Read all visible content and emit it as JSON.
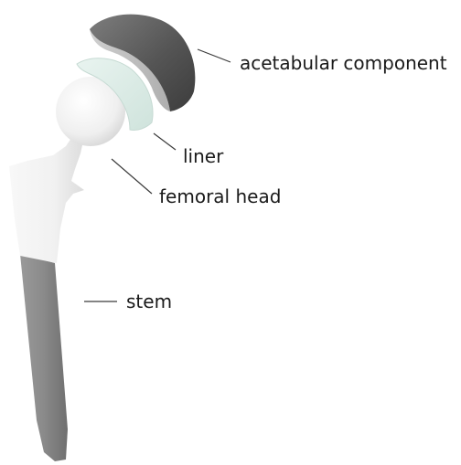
{
  "labels": {
    "acetabular": "acetabular component",
    "liner": "liner",
    "femoral_head": "femoral head",
    "stem": "stem"
  },
  "colors": {
    "acetabular_shell": "#5c5c5c",
    "acetabular_inner": "#9a9a9a",
    "liner": "#dfeee9",
    "femoral_head": "#f4f4f4",
    "stem_upper": "#f6f6f6",
    "stem_lower": "#8e8e8e",
    "leader": "#3a3a3a",
    "text": "#1a1a1a"
  }
}
